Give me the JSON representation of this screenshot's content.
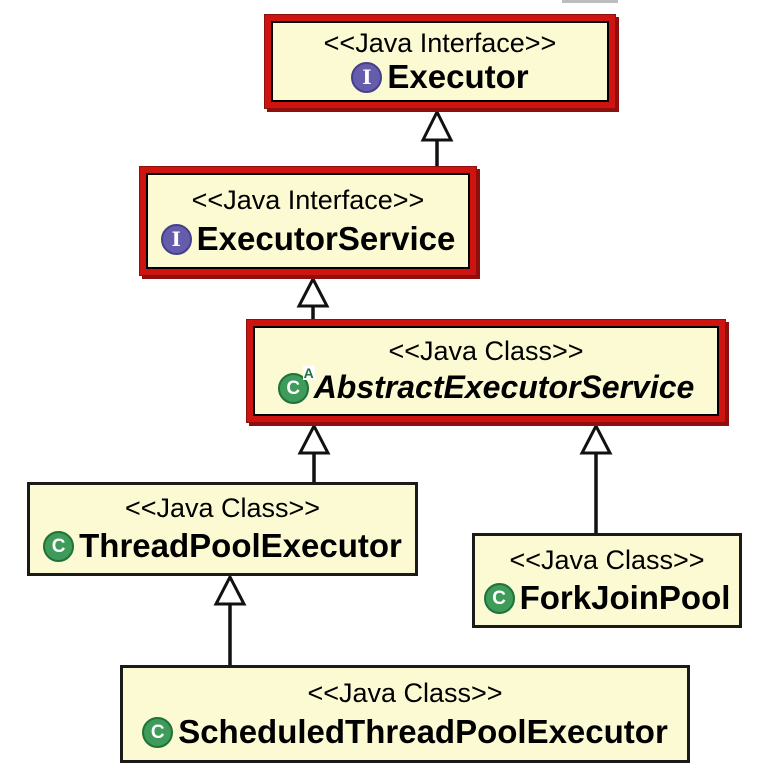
{
  "diagram": {
    "type": "uml-class-diagram",
    "nodes": [
      {
        "name": "Executor",
        "stereotype": "<<Java Interface>>",
        "kind": "java-interface",
        "highlighted": true
      },
      {
        "name": "ExecutorService",
        "stereotype": "<<Java Interface>>",
        "kind": "java-interface",
        "highlighted": true
      },
      {
        "name": "AbstractExecutorService",
        "stereotype": "<<Java Class>>",
        "kind": "java-abstract-class",
        "highlighted": true
      },
      {
        "name": "ThreadPoolExecutor",
        "stereotype": "<<Java Class>>",
        "kind": "java-class",
        "highlighted": false
      },
      {
        "name": "ForkJoinPool",
        "stereotype": "<<Java Class>>",
        "kind": "java-class",
        "highlighted": false
      },
      {
        "name": "ScheduledThreadPoolExecutor",
        "stereotype": "<<Java Class>>",
        "kind": "java-class",
        "highlighted": false
      }
    ],
    "edges": [
      {
        "from": "ExecutorService",
        "to": "Executor",
        "type": "generalization"
      },
      {
        "from": "AbstractExecutorService",
        "to": "ExecutorService",
        "type": "generalization"
      },
      {
        "from": "ThreadPoolExecutor",
        "to": "AbstractExecutorService",
        "type": "generalization"
      },
      {
        "from": "ForkJoinPool",
        "to": "AbstractExecutorService",
        "type": "generalization"
      },
      {
        "from": "ScheduledThreadPoolExecutor",
        "to": "ThreadPoolExecutor",
        "type": "generalization"
      }
    ],
    "icons": {
      "interface_letter": "I",
      "class_letter": "C",
      "abstract_marker": "A"
    },
    "colors": {
      "node_fill": "#FCFAD2",
      "node_border": "#1a1a1a",
      "emphasis_border": "#CE1411",
      "emphasis_border_dark": "#8E0F0C",
      "interface_icon": "#655CAB",
      "interface_icon_border": "#46408C",
      "class_icon": "#3E9B59",
      "class_icon_border": "#20713A",
      "connector": "#111111"
    }
  }
}
